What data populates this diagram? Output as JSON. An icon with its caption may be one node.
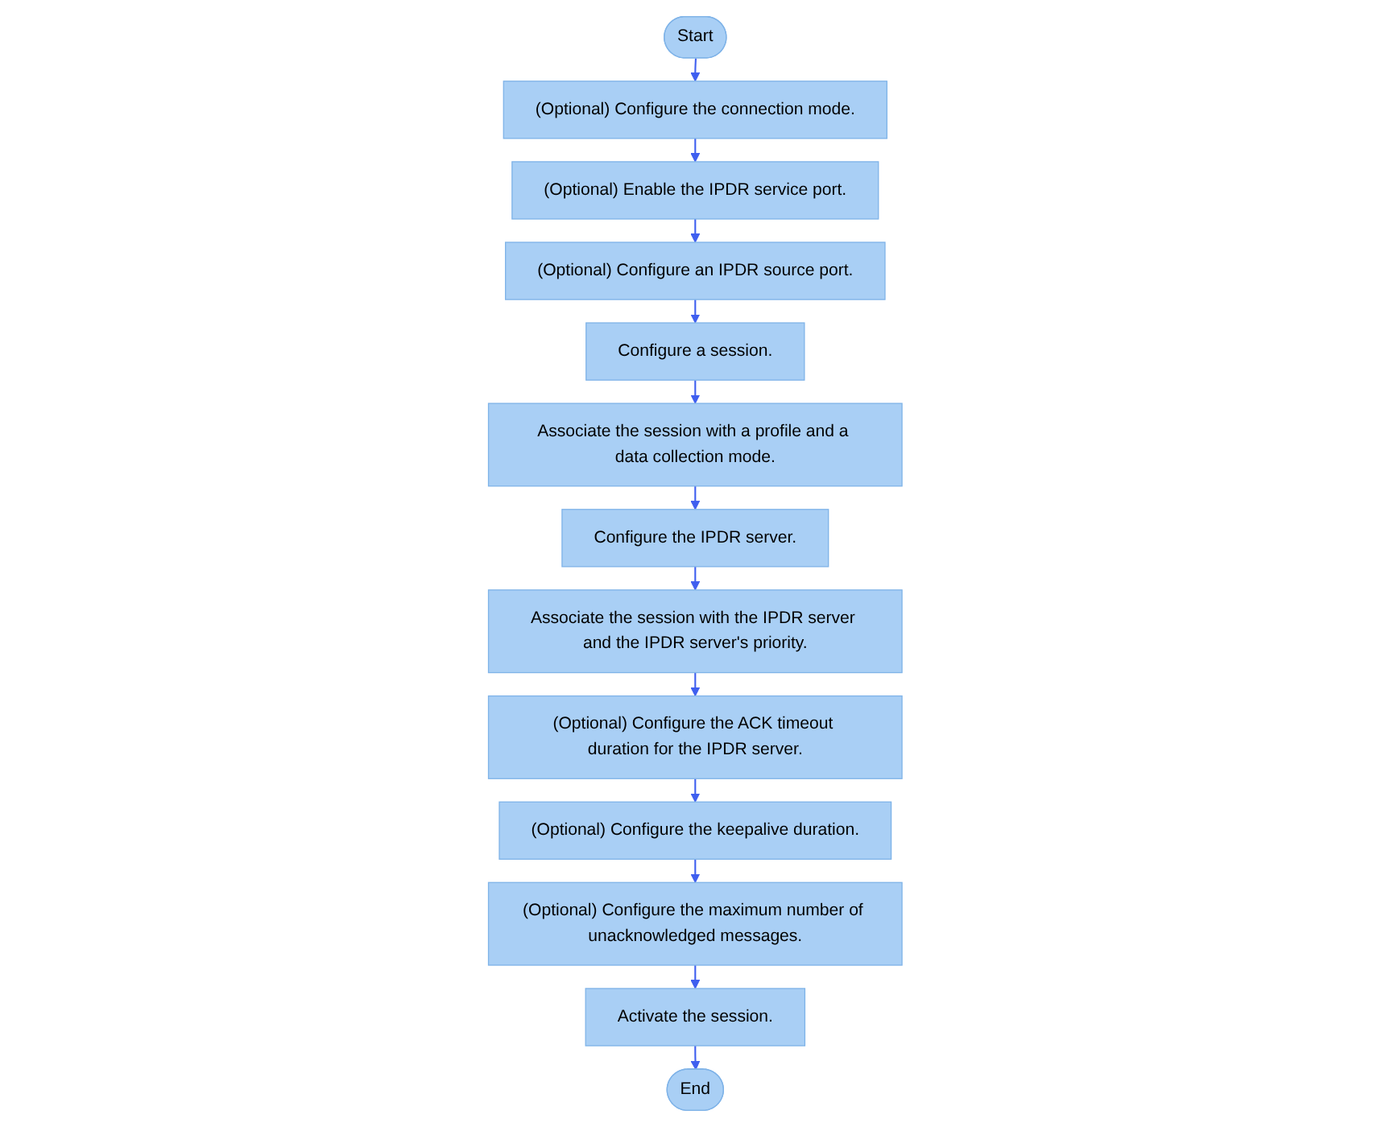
{
  "diagram": {
    "nodes": [
      {
        "text": [
          "Start"
        ]
      },
      {
        "text": [
          "(Optional) Configure the connection mode."
        ]
      },
      {
        "text": [
          "(Optional) Enable the IPDR service port."
        ]
      },
      {
        "text": [
          "(Optional) Configure an IPDR source port."
        ]
      },
      {
        "text": [
          "Configure a session."
        ]
      },
      {
        "text": [
          "Associate the session with a profile and a data collection mode."
        ]
      },
      {
        "text": [
          "Configure the IPDR server."
        ]
      },
      {
        "text": [
          "Associate the session with the IPDR server and the IPDR server's priority."
        ]
      },
      {
        "text": [
          "(Optional) Configure the ACK timeout duration for the IPDR server."
        ]
      },
      {
        "text": [
          "(Optional) Configure the keepalive duration."
        ]
      },
      {
        "text": [
          "(Optional) Configure the maximum number of unacknowledged messages."
        ]
      },
      {
        "text": [
          "Activate the session."
        ]
      },
      {
        "text": [
          "End"
        ]
      }
    ],
    "edges": [
      {
        "from": 0,
        "to": 1,
        "arrow": "to"
      },
      {
        "from": 1,
        "to": 2,
        "arrow": "to"
      },
      {
        "from": 2,
        "to": 3,
        "arrow": "to"
      },
      {
        "from": 3,
        "to": 4,
        "arrow": "to"
      },
      {
        "from": 4,
        "to": 5,
        "arrow": "to"
      },
      {
        "from": 5,
        "to": 6,
        "arrow": "to"
      },
      {
        "from": 6,
        "to": 7,
        "arrow": "to"
      },
      {
        "from": 7,
        "to": 8,
        "arrow": "to"
      },
      {
        "from": 8,
        "to": 9,
        "arrow": "to"
      },
      {
        "from": 9,
        "to": 10,
        "arrow": "to"
      },
      {
        "from": 10,
        "to": 11,
        "arrow": "to"
      },
      {
        "from": 11,
        "to": 12,
        "arrow": "to"
      }
    ]
  }
}
